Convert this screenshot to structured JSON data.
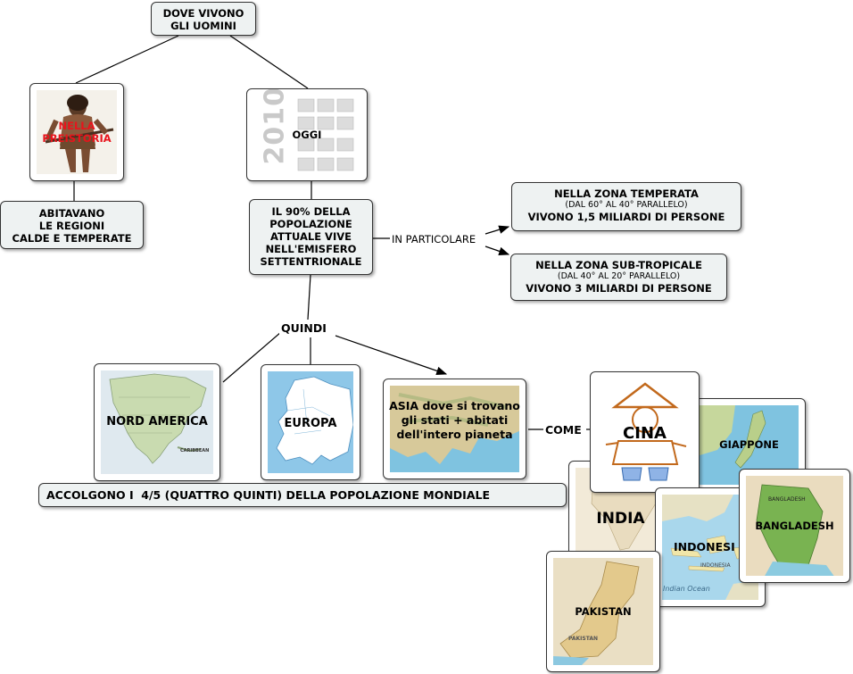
{
  "nodes": {
    "root": [
      "DOVE VIVONO",
      "GLI UOMINI"
    ],
    "preistoria_label": [
      "NELLA",
      "PREISTORIA"
    ],
    "oggi_year": "2010",
    "oggi_label": "OGGI",
    "abitavano": [
      "ABITAVANO",
      "LE REGIONI",
      "CALDE E TEMPERATE"
    ],
    "popolazione": [
      "IL 90% DELLA",
      "POPOLAZIONE",
      "ATTUALE VIVE",
      "NELL'EMISFERO",
      "SETTENTRIONALE"
    ],
    "temperata": {
      "title": "NELLA ZONA TEMPERATA",
      "sub": "(DAL 60° AL 40° PARALLELO)",
      "text": "VIVONO 1,5 MILIARDI DI PERSONE"
    },
    "subtropicale": {
      "title": "NELLA ZONA SUB-TROPICALE",
      "sub": "(DAL 40° AL 20° PARALLELO)",
      "text": "VIVONO 3 MILIARDI DI PERSONE"
    },
    "nord_america": "NORD AMERICA",
    "europa": "EUROPA",
    "asia": [
      "ASIA",
      "dove si trovano gli",
      "stati + abitati",
      "dell'intero pianeta"
    ],
    "accolgono": "ACCOLGONO I  4/5 (QUATTRO QUINTI) DELLA POPOLAZIONE MONDIALE",
    "cina": "CINA",
    "giappone": "GIAPPONE",
    "india": "INDIA",
    "indonesia": "INDONESI",
    "bangladesh": "BANGLADESH",
    "pakistan": "PAKISTAN"
  },
  "link_labels": {
    "in_particolare": "IN PARTICOLARE",
    "quindi": "QUINDI",
    "come": "COME"
  },
  "map_texts": {
    "caribbean": "CARIBBEAN",
    "indian_ocean": "Indian Ocean",
    "indonesia_small": "INDONESIA",
    "pakistan_small": "PAKISTAN",
    "bangladesh_small": "BANGLADESH"
  },
  "colors": {
    "node_bg": "#eef2f2",
    "border": "#333333",
    "preistoria_text": "#e8141c",
    "ocean": "#7fc3e0",
    "land": "#c9dbb0"
  }
}
